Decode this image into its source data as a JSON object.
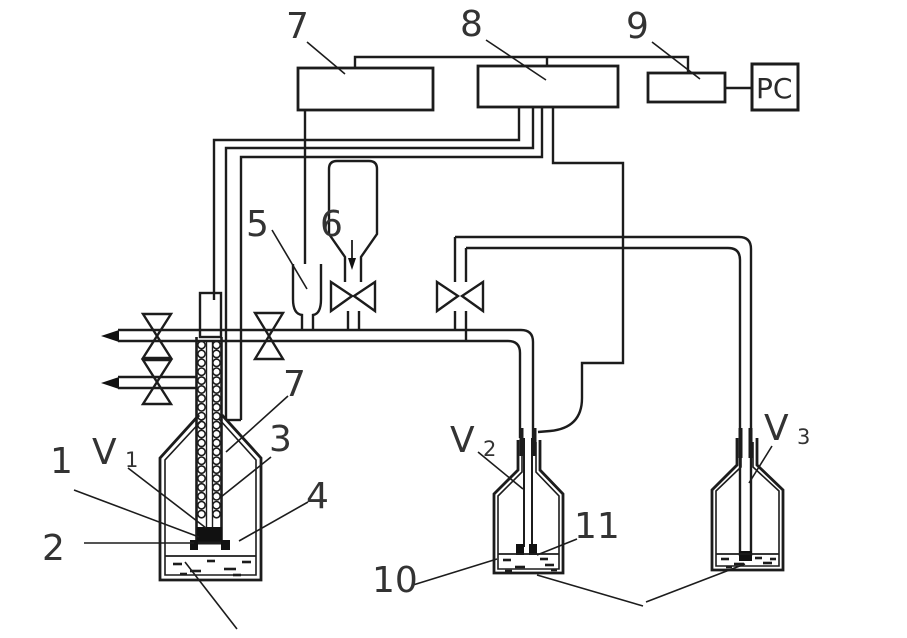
{
  "diagram": {
    "labels": {
      "box7": "7",
      "box8": "8",
      "box9": "9",
      "pc": "PC",
      "n5": "5",
      "n6": "6",
      "n7_column": "7",
      "n3": "3",
      "n4": "4",
      "n1": "1",
      "n2": "2",
      "n10": "10",
      "n11": "11",
      "v_letter": "V",
      "v1_sub": "1",
      "v2_sub": "2",
      "v3_sub": "3"
    },
    "colors": {
      "line": "#1c1c1c",
      "label": "#333333",
      "fill_dark": "#111111",
      "background": "#ffffff"
    }
  }
}
